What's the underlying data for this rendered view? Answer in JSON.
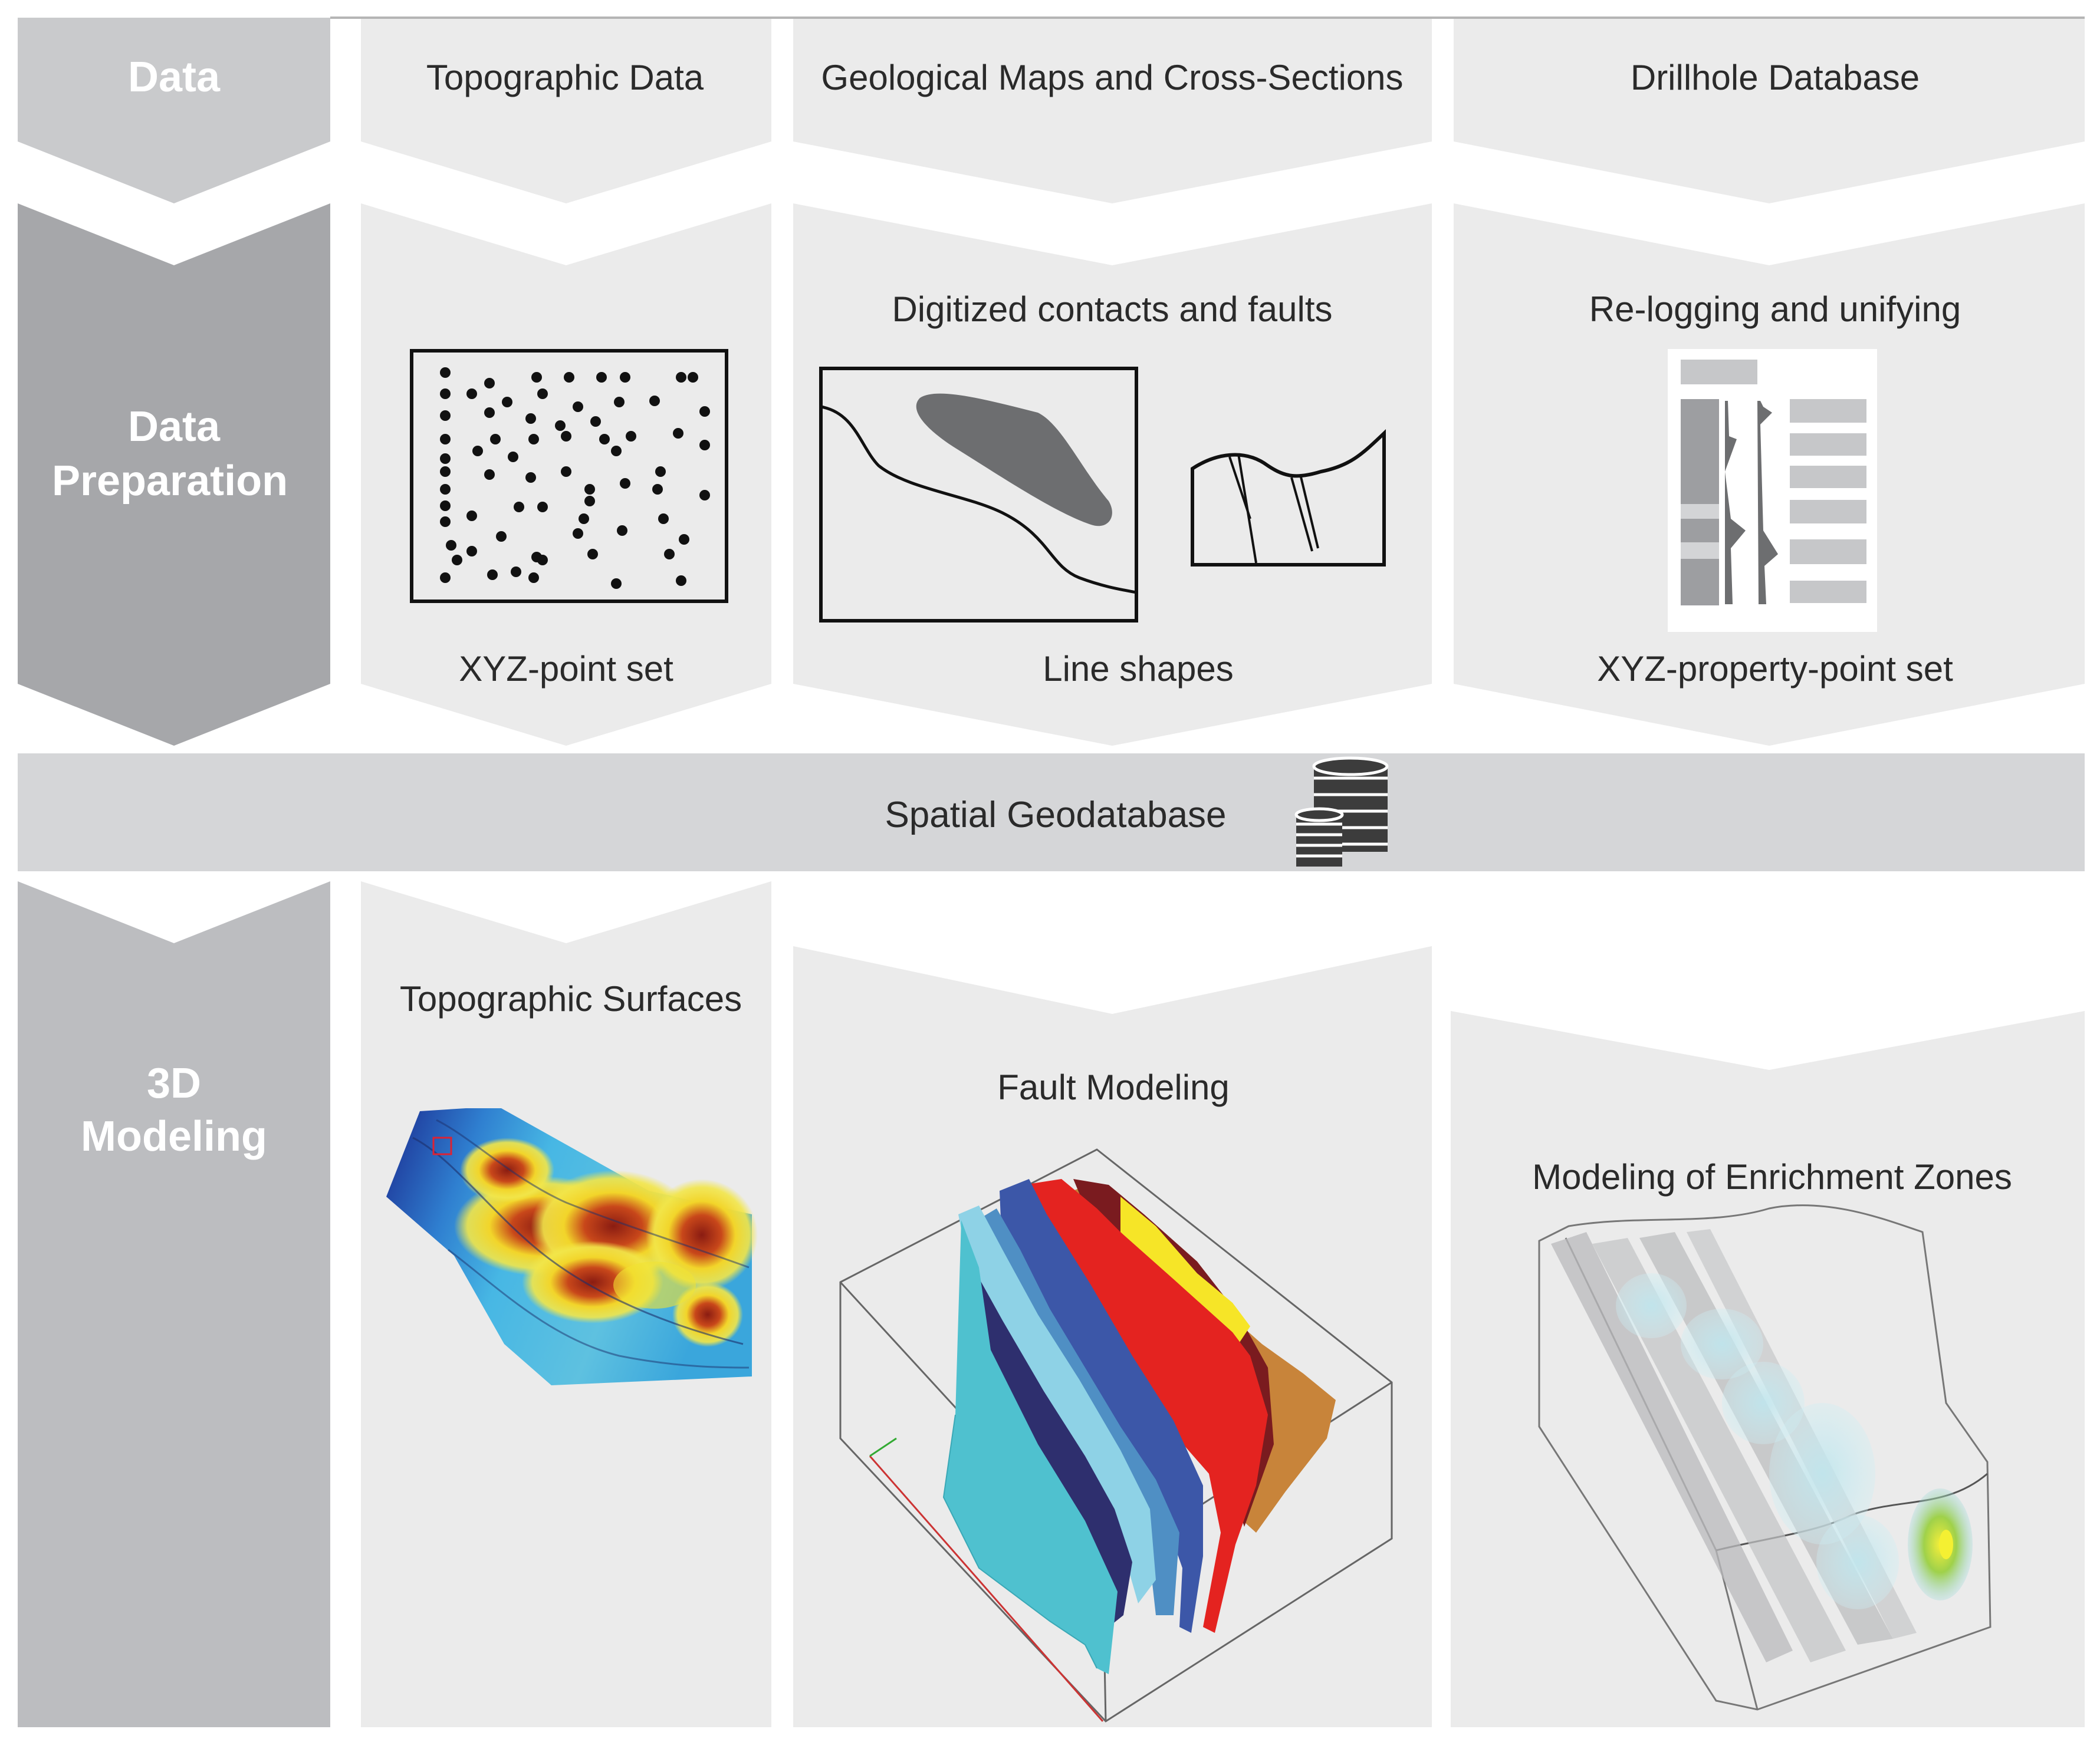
{
  "rows": {
    "data": {
      "label": "Data"
    },
    "prep": {
      "line1": "Data",
      "line2": "Preparation"
    },
    "model": {
      "line1": "3D",
      "line2": "Modeling"
    }
  },
  "columns": {
    "topo": {
      "header": "Topographic Data",
      "prep_output": "XYZ-point set",
      "model_title": "Topographic Surfaces"
    },
    "geo": {
      "header": "Geological Maps and Cross-Sections",
      "prep_title": "Digitized contacts and faults",
      "prep_output": "Line shapes",
      "model_title": "Fault Modeling"
    },
    "drill": {
      "header": "Drillhole Database",
      "prep_title": "Re-logging and unifying",
      "prep_output": "XYZ-property-point set",
      "model_title": "Modeling of Enrichment Zones"
    }
  },
  "geodatabase": {
    "label": "Spatial Geodatabase",
    "icon": "database-icon"
  },
  "colors": {
    "side_light": "#c9cacc",
    "side_dark": "#a6a7aa",
    "panel": "#ebebeb",
    "band": "#d5d6d8",
    "fault_red": "#e42320",
    "fault_blue": "#3c57a8",
    "fault_cyan": "#4fc1cf",
    "fault_navy": "#2e2f6e",
    "fault_orange": "#c8843a",
    "fault_maroon": "#7a1b1f",
    "fault_yellow": "#f6e527"
  }
}
